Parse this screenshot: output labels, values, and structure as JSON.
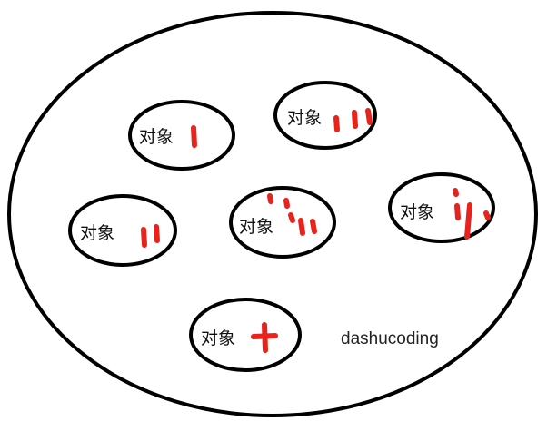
{
  "diagram": {
    "objects": [
      {
        "id": "object-1",
        "label": "对象"
      },
      {
        "id": "object-3",
        "label": "对象"
      },
      {
        "id": "object-2",
        "label": "对象"
      },
      {
        "id": "object-5",
        "label": "对象"
      },
      {
        "id": "object-4",
        "label": "对象"
      },
      {
        "id": "object-6",
        "label": "对象"
      }
    ],
    "watermark": "dashucoding",
    "colors": {
      "outline": "#000000",
      "mark": "#e8231e",
      "background": "#ffffff"
    }
  }
}
